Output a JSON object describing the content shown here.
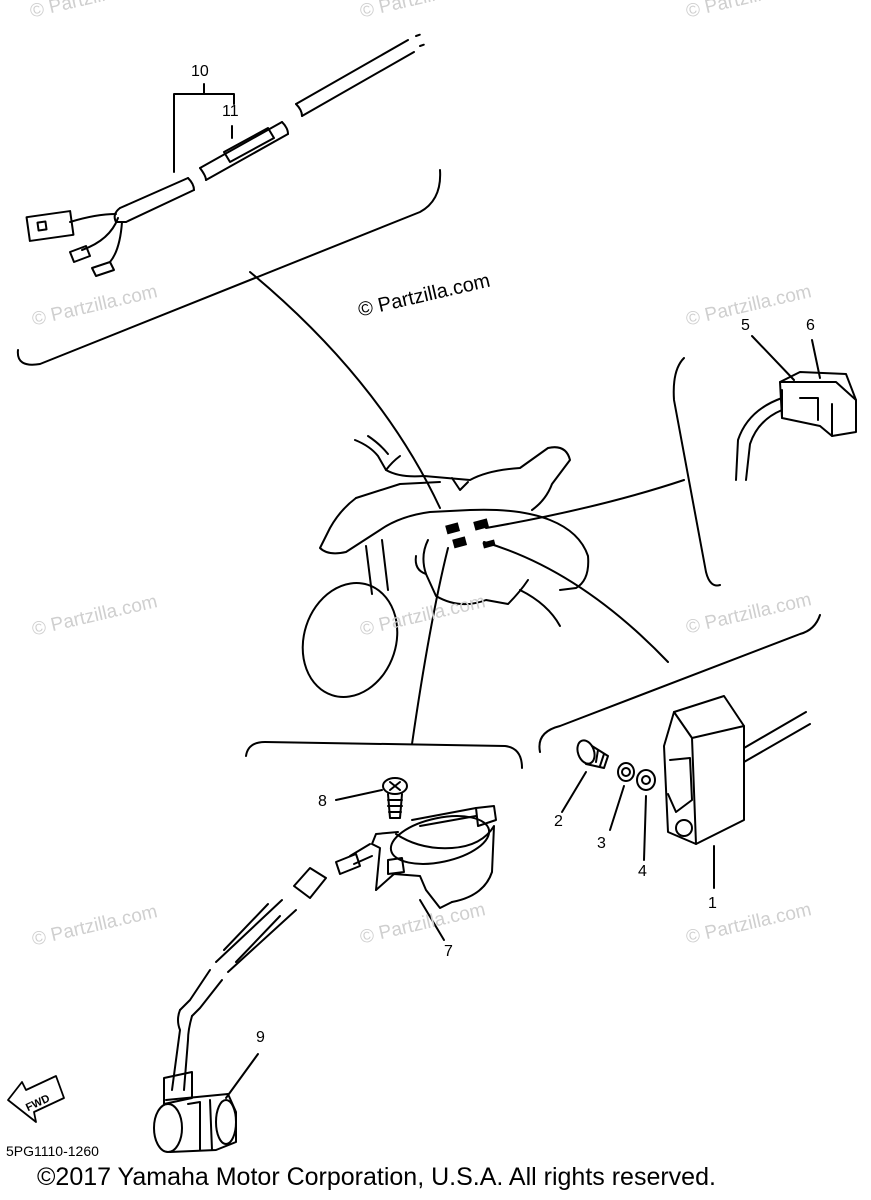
{
  "watermark": {
    "text": "© Partzilla.com",
    "main_text": "© Partzilla.com"
  },
  "callouts": {
    "c1": "1",
    "c2": "2",
    "c3": "3",
    "c4": "4",
    "c5": "5",
    "c6": "6",
    "c7": "7",
    "c8": "8",
    "c9": "9",
    "c10": "10",
    "c11": "11"
  },
  "fwd_label": "FWD",
  "drawing_code": "5PG1110-1260",
  "copyright": "©2017 Yamaha Motor Corporation, U.S.A. All rights reserved."
}
